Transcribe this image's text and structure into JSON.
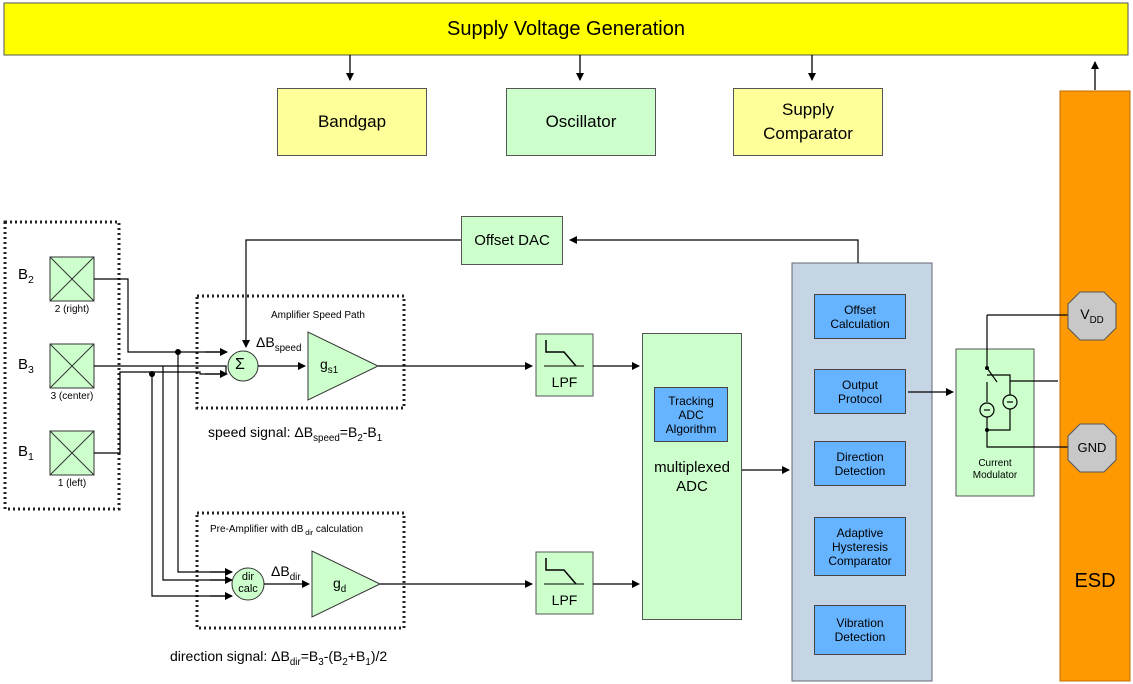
{
  "supply": {
    "title": "Supply Voltage Generation"
  },
  "blocks": {
    "bandgap": "Bandgap",
    "oscillator": "Oscillator",
    "supply_comparator_line1": "Supply",
    "supply_comparator_line2": "Comparator",
    "offset_dac": "Offset DAC",
    "lpf_speed": "LPF",
    "lpf_dir": "LPF",
    "adc_line1": "multiplexed",
    "adc_line2": "ADC",
    "tracking_line1": "Tracking",
    "tracking_line2": "ADC",
    "tracking_line3": "Algorithm",
    "offset_calc_line1": "Offset",
    "offset_calc_line2": "Calculation",
    "output_protocol_line1": "Output",
    "output_protocol_line2": "Protocol",
    "direction_detection_line1": "Direction",
    "direction_detection_line2": "Detection",
    "adaptive_line1": "Adaptive",
    "adaptive_line2": "Hysteresis",
    "adaptive_line3": "Comparator",
    "vibration_line1": "Vibration",
    "vibration_line2": "Detection",
    "current_mod_line1": "Current",
    "current_mod_line2": "Modulator",
    "esd": "ESD",
    "gnd": "GND",
    "vdd_main": "V",
    "vdd_sub": "DD"
  },
  "sensors": {
    "b2_main": "B",
    "b2_sub": "2",
    "b2_caption": "2 (right)",
    "b3_main": "B",
    "b3_sub": "3",
    "b3_caption": "3 (center)",
    "b1_main": "B",
    "b1_sub": "1",
    "b1_caption": "1 (left)"
  },
  "speed_path": {
    "title": "Amplifier Speed Path",
    "sum_symbol": "Σ",
    "delta_main": "ΔB",
    "delta_sub": "speed",
    "gain_main": "g",
    "gain_sub": "s1",
    "signal_prefix": "speed signal: ΔB",
    "signal_sub": "speed",
    "signal_eq": "=B",
    "signal_sub2": "2",
    "signal_minus": "-B",
    "signal_sub3": "1"
  },
  "dir_path": {
    "title_pre": "Pre-Amplifier with dB",
    "title_sub": " dir",
    "title_post": " calculation",
    "calc_line1": "dir",
    "calc_line2": "calc",
    "delta_main": "ΔB",
    "delta_sub": "dir",
    "gain_main": "g",
    "gain_sub": "d",
    "signal_prefix": "direction signal: ΔB",
    "signal_sub": "dir",
    "signal_eq": "=B",
    "signal_sub2": "3",
    "signal_mid": "-(B",
    "signal_sub3": "2",
    "signal_plus": "+B",
    "signal_sub4": "1",
    "signal_end": ")/2"
  },
  "colors": {
    "supply_bar": "#ffff00",
    "pale_yellow": "#ffff99",
    "pale_green": "#ccffcc",
    "dsp_panel": "#c5d5e4",
    "dsp_block": "#66b3ff",
    "esd_orange": "#ff9900",
    "pin_gray": "#c8c8c8"
  }
}
